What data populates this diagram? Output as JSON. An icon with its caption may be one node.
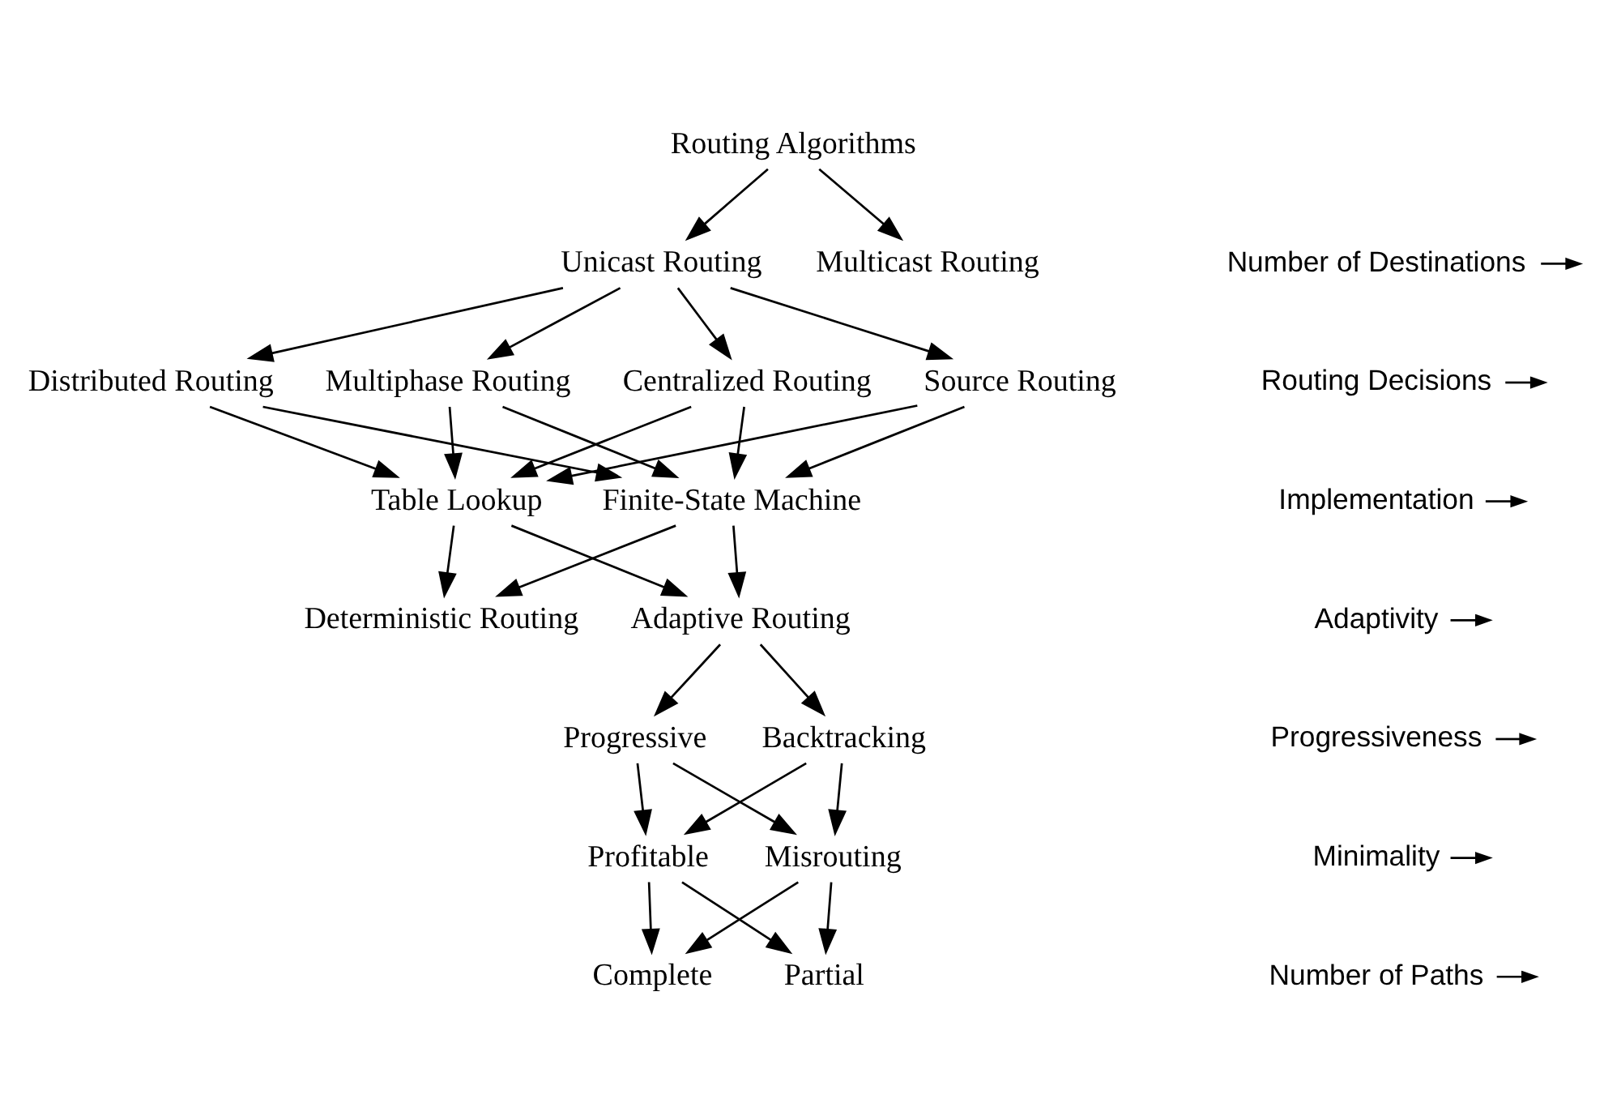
{
  "diagram": {
    "nodes": [
      {
        "text": [
          "Routing Algorithms"
        ]
      },
      {
        "text": [
          "Number of Destinations"
        ]
      },
      {
        "text": [
          "Unicast Routing"
        ]
      },
      {
        "text": [
          "Multicast Routing"
        ]
      },
      {
        "text": [
          "Routing Decisions"
        ]
      },
      {
        "text": [
          "Centralized Routing"
        ]
      },
      {
        "text": [
          "Source Routing"
        ]
      },
      {
        "text": [
          "Distributed Routing"
        ]
      },
      {
        "text": [
          "Multiphase Routing"
        ]
      },
      {
        "text": [
          "Implementation"
        ]
      },
      {
        "text": [
          "Table Lookup"
        ]
      },
      {
        "text": [
          "Finite-State Machine"
        ]
      },
      {
        "text": [
          "Adaptivity"
        ]
      },
      {
        "text": [
          "Deterministic Routing"
        ]
      },
      {
        "text": [
          "Adaptive Routing"
        ]
      },
      {
        "text": [
          "Progressiveness"
        ]
      },
      {
        "text": [
          "Progressive"
        ]
      },
      {
        "text": [
          "Backtracking"
        ]
      },
      {
        "text": [
          "Minimality"
        ]
      },
      {
        "text": [
          "Profitable"
        ]
      },
      {
        "text": [
          "Misrouting"
        ]
      },
      {
        "text": [
          "Number of Paths"
        ]
      },
      {
        "text": [
          "Complete"
        ]
      },
      {
        "text": [
          "Partial"
        ]
      }
    ],
    "edges": [
      {
        "from": 0,
        "to": 2,
        "arrow": "to"
      },
      {
        "from": 0,
        "to": 3,
        "arrow": "to"
      },
      {
        "from": 1,
        "to": null,
        "arrow": "to"
      },
      {
        "from": 2,
        "to": 5,
        "arrow": "to"
      },
      {
        "from": 2,
        "to": 6,
        "arrow": "to"
      },
      {
        "from": 2,
        "to": 7,
        "arrow": "to"
      },
      {
        "from": 2,
        "to": 8,
        "arrow": "to"
      },
      {
        "from": 4,
        "to": null,
        "arrow": "to"
      },
      {
        "from": 5,
        "to": 10,
        "arrow": "to"
      },
      {
        "from": 5,
        "to": 11,
        "arrow": "to"
      },
      {
        "from": 6,
        "to": 10,
        "arrow": "to"
      },
      {
        "from": 6,
        "to": 11,
        "arrow": "to"
      },
      {
        "from": 7,
        "to": 10,
        "arrow": "to"
      },
      {
        "from": 7,
        "to": 11,
        "arrow": "to"
      },
      {
        "from": 8,
        "to": 10,
        "arrow": "to"
      },
      {
        "from": 8,
        "to": 11,
        "arrow": "to"
      },
      {
        "from": 9,
        "to": null,
        "arrow": "to"
      },
      {
        "from": 10,
        "to": 13,
        "arrow": "to"
      },
      {
        "from": 10,
        "to": 14,
        "arrow": "to"
      },
      {
        "from": 11,
        "to": 13,
        "arrow": "to"
      },
      {
        "from": 11,
        "to": 14,
        "arrow": "to"
      },
      {
        "from": 12,
        "to": null,
        "arrow": "to"
      },
      {
        "from": 14,
        "to": 16,
        "arrow": "to"
      },
      {
        "from": 14,
        "to": 17,
        "arrow": "to"
      },
      {
        "from": 15,
        "to": null,
        "arrow": "to"
      },
      {
        "from": 16,
        "to": 19,
        "arrow": "to"
      },
      {
        "from": 16,
        "to": 20,
        "arrow": "to"
      },
      {
        "from": 17,
        "to": 19,
        "arrow": "to"
      },
      {
        "from": 17,
        "to": 20,
        "arrow": "to"
      },
      {
        "from": 18,
        "to": null,
        "arrow": "to"
      },
      {
        "from": 19,
        "to": 22,
        "arrow": "to"
      },
      {
        "from": 19,
        "to": 23,
        "arrow": "to"
      },
      {
        "from": 20,
        "to": 22,
        "arrow": "to"
      },
      {
        "from": 20,
        "to": 23,
        "arrow": "to"
      },
      {
        "from": 21,
        "to": null,
        "arrow": "to"
      }
    ]
  }
}
